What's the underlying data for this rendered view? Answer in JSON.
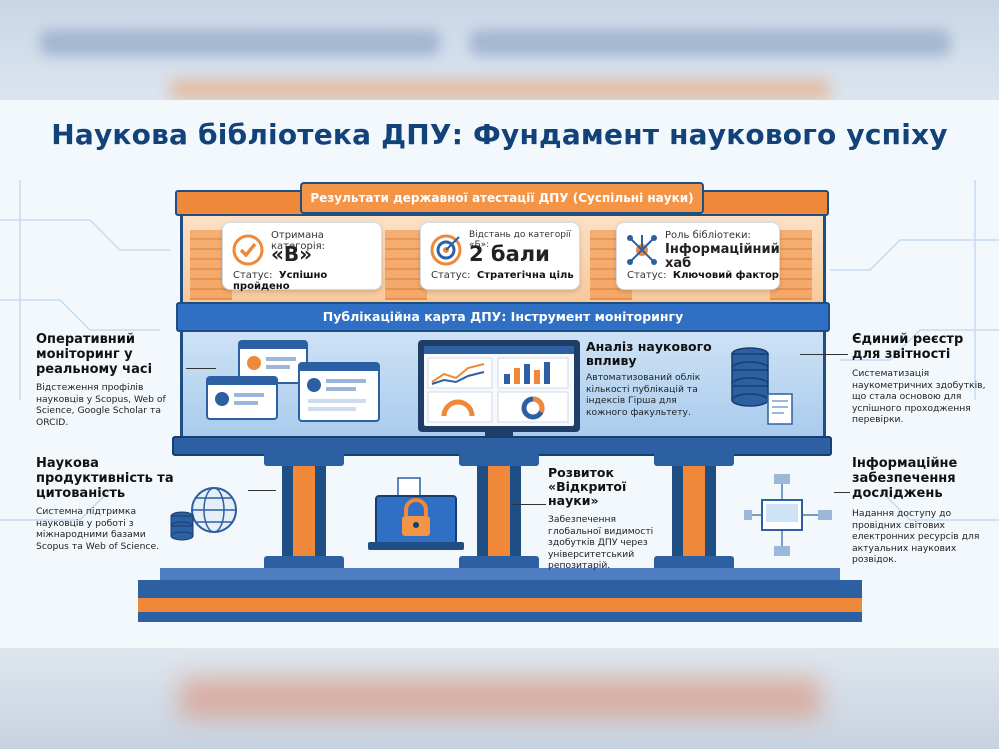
{
  "title": "Наукова бібліотека ДПУ: Фундамент наукового успіху",
  "roof_label": "Результати державної атестації ДПУ (Суспільні науки)",
  "cards": [
    {
      "label": "Отримана категорія:",
      "value": "«В»",
      "status_prefix": "Статус:",
      "status": "Успішно пройдено",
      "icon": "check-badge-icon"
    },
    {
      "label": "Відстань до категорії «Б»:",
      "value": "2 бали",
      "status_prefix": "Статус:",
      "status": "Стратегічна ціль",
      "icon": "target-icon"
    },
    {
      "label": "Роль бібліотеки:",
      "value": "Інформаційний хаб",
      "status_prefix": "Статус:",
      "status": "Ключовий фактор",
      "icon": "network-hub-icon"
    }
  ],
  "publication_band": "Публікаційна карта ДПУ: Інструмент моніторингу",
  "left_top": {
    "heading": "Оперативний моніторинг у реальному часі",
    "text": "Відстеження профілів науковців у Scopus, Web of Science, Google Scholar та ORCID."
  },
  "center_top": {
    "heading": "Аналіз наукового впливу",
    "text": "Автоматизований облік кількості публікацій та індексів Гірша для кожного факультету."
  },
  "right_top": {
    "heading": "Єдиний реєстр для звітності",
    "text": "Систематизація наукометричних здобутків, що стала основою для успішного проходження перевірки."
  },
  "left_bottom": {
    "heading": "Наукова продуктивність та цитованість",
    "text": "Системна підтримка науковців у роботі з міжнародними базами Scopus та Web of Science."
  },
  "center_bottom": {
    "heading": "Розвиток «Відкритої науки»",
    "text": "Забезпечення глобальної видимості здобутків ДПУ через університетський репозитарій."
  },
  "right_bottom": {
    "heading": "Інформаційне забезпечення досліджень",
    "text": "Надання доступу до провідних світових електронних ресурсів для актуальних наукових розвідок."
  },
  "colors": {
    "navy": "#12427a",
    "blue": "#2d5fa3",
    "orange": "#f0883a"
  }
}
